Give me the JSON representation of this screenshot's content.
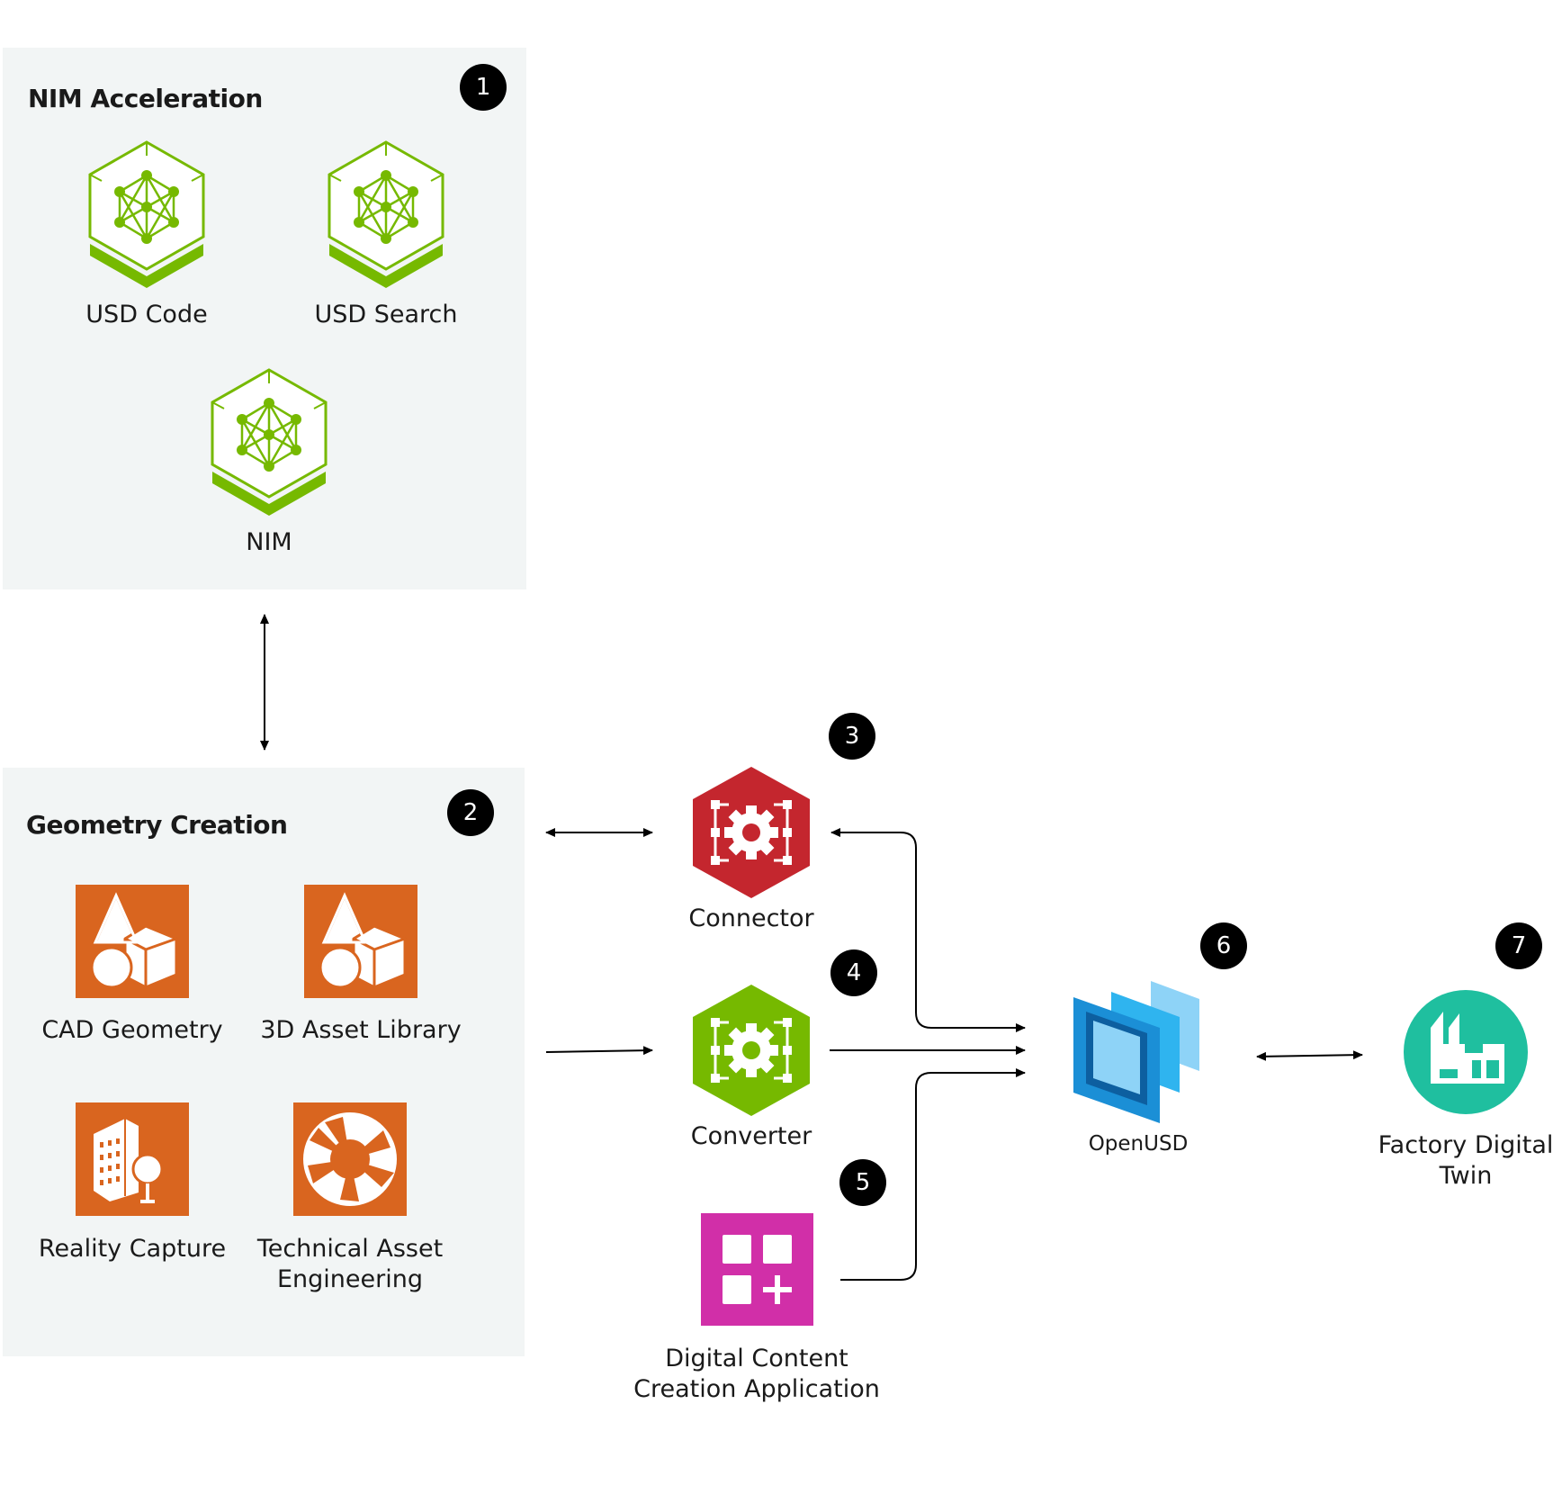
{
  "nim_panel": {
    "title": "NIM Acceleration",
    "badge": "1",
    "items": [
      {
        "label": "USD Code",
        "icon": "nim-cube-icon"
      },
      {
        "label": "USD Search",
        "icon": "nim-cube-icon"
      },
      {
        "label": "NIM",
        "icon": "nim-cube-icon"
      }
    ]
  },
  "geometry_panel": {
    "title": "Geometry Creation",
    "badge": "2",
    "items": [
      {
        "label": "CAD Geometry",
        "icon": "shapes-icon"
      },
      {
        "label": "3D Asset Library",
        "icon": "shapes-icon"
      },
      {
        "label": "Reality Capture",
        "icon": "building-tree-icon"
      },
      {
        "label": "Technical Asset Engineering",
        "line1": "Technical Asset",
        "line2": "Engineering",
        "icon": "aperture-icon"
      }
    ]
  },
  "connector": {
    "label": "Connector",
    "badge": "3",
    "icon": "gear-hexagon-icon",
    "color": "#c4262e"
  },
  "converter": {
    "label": "Converter",
    "badge": "4",
    "icon": "gear-hexagon-icon",
    "color": "#76b900"
  },
  "dcc": {
    "line1": "Digital Content",
    "line2": "Creation Application",
    "badge": "5",
    "icon": "apps-grid-icon",
    "color": "#d12fa8"
  },
  "openusd": {
    "label": "OpenUSD",
    "badge": "6",
    "icon": "openusd-layers-icon"
  },
  "factory": {
    "line1": "Factory Digital",
    "line2": "Twin",
    "badge": "7",
    "icon": "factory-icon",
    "color": "#1fbf9f"
  },
  "colors": {
    "nim_green": "#76b900",
    "orange": "#d9651f",
    "panel_bg": "#f2f5f5",
    "usd_blue": "#1b8fd6"
  }
}
